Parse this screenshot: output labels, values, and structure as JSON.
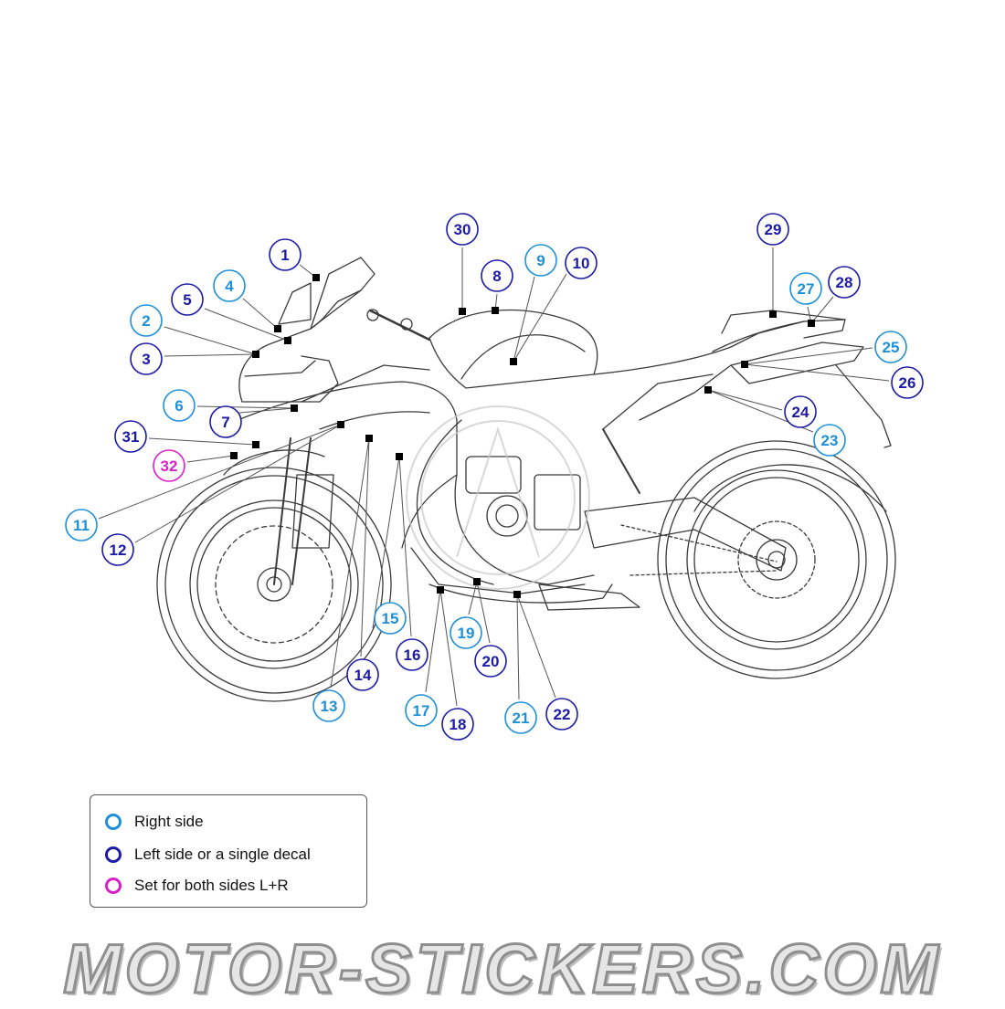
{
  "legend": {
    "right": {
      "label": "Right side",
      "color": "#1e90d8"
    },
    "left": {
      "label": "Left side or a single decal",
      "color": "#1b1ba8"
    },
    "both": {
      "label": "Set for both sides L+R",
      "color": "#d81fc8"
    }
  },
  "watermark": "MOTOR-STICKERS.COM",
  "callouts": [
    {
      "n": "1",
      "side": "left"
    },
    {
      "n": "2",
      "side": "right"
    },
    {
      "n": "3",
      "side": "left"
    },
    {
      "n": "4",
      "side": "right"
    },
    {
      "n": "5",
      "side": "left"
    },
    {
      "n": "6",
      "side": "right"
    },
    {
      "n": "7",
      "side": "left"
    },
    {
      "n": "8",
      "side": "left"
    },
    {
      "n": "9",
      "side": "right"
    },
    {
      "n": "10",
      "side": "left"
    },
    {
      "n": "11",
      "side": "right"
    },
    {
      "n": "12",
      "side": "left"
    },
    {
      "n": "13",
      "side": "right"
    },
    {
      "n": "14",
      "side": "left"
    },
    {
      "n": "15",
      "side": "right"
    },
    {
      "n": "16",
      "side": "left"
    },
    {
      "n": "17",
      "side": "right"
    },
    {
      "n": "18",
      "side": "left"
    },
    {
      "n": "19",
      "side": "right"
    },
    {
      "n": "20",
      "side": "left"
    },
    {
      "n": "21",
      "side": "right"
    },
    {
      "n": "22",
      "side": "left"
    },
    {
      "n": "23",
      "side": "right"
    },
    {
      "n": "24",
      "side": "left"
    },
    {
      "n": "25",
      "side": "right"
    },
    {
      "n": "26",
      "side": "left"
    },
    {
      "n": "27",
      "side": "right"
    },
    {
      "n": "28",
      "side": "left"
    },
    {
      "n": "29",
      "side": "left"
    },
    {
      "n": "30",
      "side": "left"
    },
    {
      "n": "31",
      "side": "left"
    },
    {
      "n": "32",
      "side": "both"
    }
  ]
}
